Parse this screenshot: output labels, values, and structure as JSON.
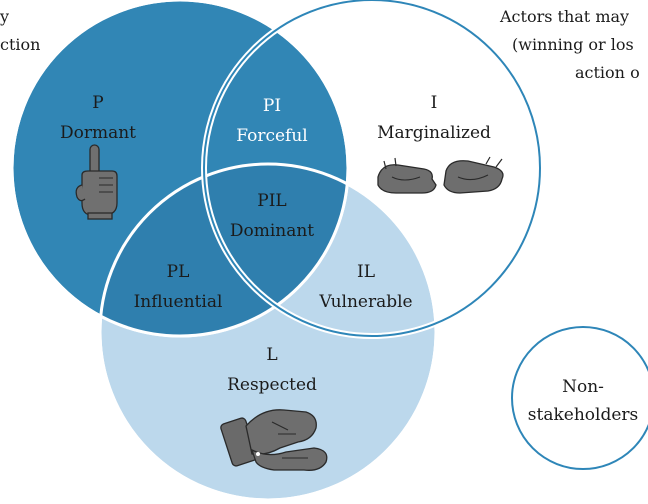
{
  "top_left_fragment": {
    "line1": "y",
    "line2": "ction"
  },
  "top_right_note": {
    "line1": "Actors that may",
    "line2": "(winning or los",
    "line3": "action o"
  },
  "regions": {
    "p": {
      "code": "P",
      "name": "Dormant"
    },
    "i": {
      "code": "I",
      "name": "Marginalized"
    },
    "l": {
      "code": "L",
      "name": "Respected"
    },
    "pi": {
      "code": "PI",
      "name": "Forceful"
    },
    "pl": {
      "code": "PL",
      "name": "Influential"
    },
    "il": {
      "code": "IL",
      "name": "Vulnerable"
    },
    "pil": {
      "code": "PIL",
      "name": "Dominant"
    }
  },
  "non_stakeholders": {
    "line1": "Non-",
    "line2": "stakeholders"
  },
  "colors": {
    "power_fill": "#3186b5",
    "legitimacy_fill": "#bcd8ec",
    "power_legitimacy_overlap": "#2f7fae",
    "interest_outline": "#2e86b8",
    "background": "#ffffff"
  },
  "icons": {
    "power": "raised-index-finger-hand-icon",
    "interest": "open-cupped-hands-icon",
    "legitimacy": "handshake-icon"
  }
}
